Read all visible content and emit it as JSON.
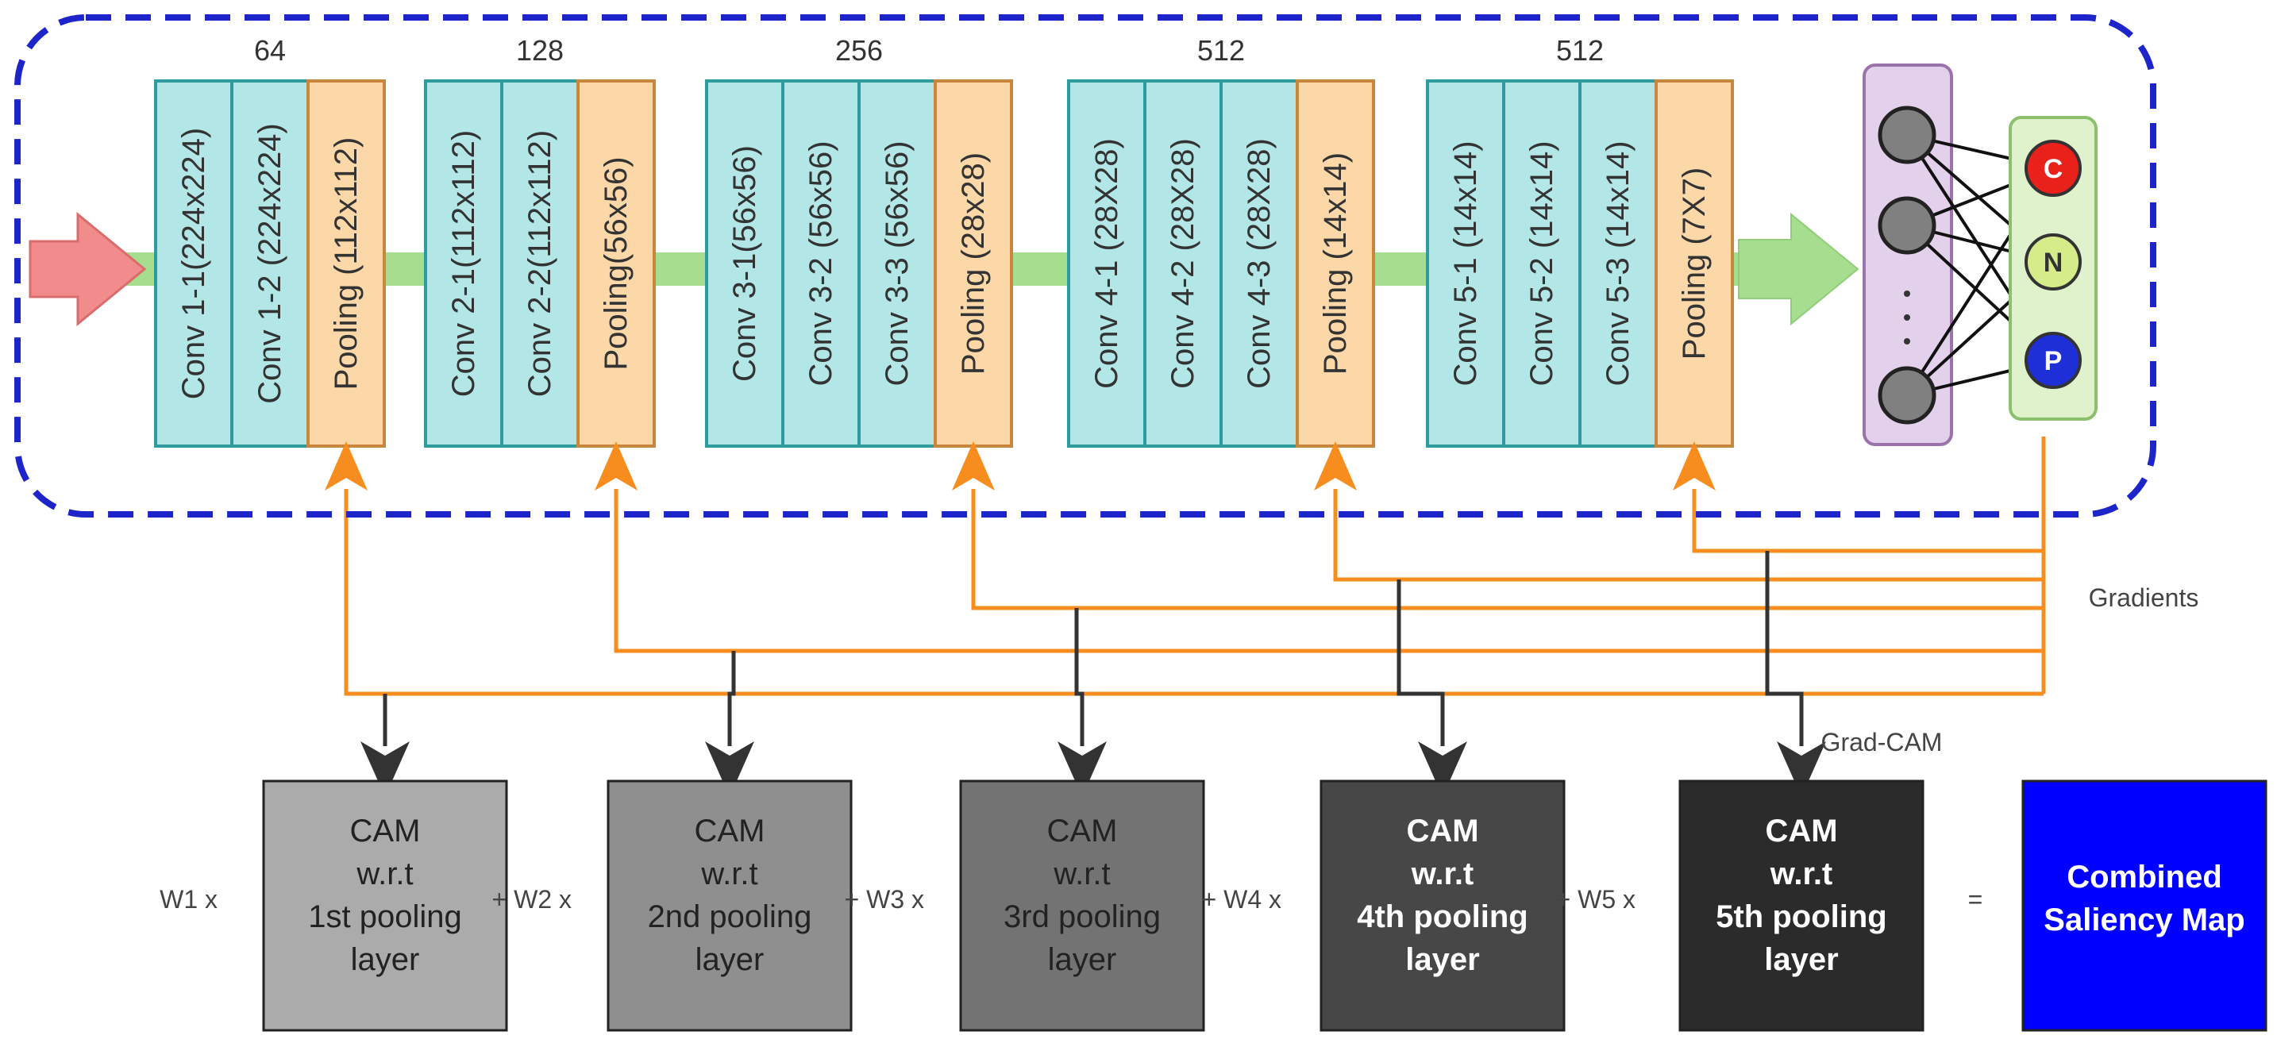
{
  "network": {
    "blocks": [
      {
        "filters": "64",
        "convs": [
          "Conv 1-1(224x224)",
          "Conv 1-2 (224x224)"
        ],
        "pool": "Pooling (112x112)"
      },
      {
        "filters": "128",
        "convs": [
          "Conv 2-1(112x112)",
          "Conv 2-2(112x112)"
        ],
        "pool": "Pooling(56x56)"
      },
      {
        "filters": "256",
        "convs": [
          "Conv 3-1(56x56)",
          "Conv 3-2 (56x56)",
          "Conv 3-3 (56x56)"
        ],
        "pool": "Pooling (28x28)"
      },
      {
        "filters": "512",
        "convs": [
          "Conv 4-1 (28X28)",
          "Conv 4-2 (28X28)",
          "Conv 4-3 (28X28)"
        ],
        "pool": "Pooling (14x14)"
      },
      {
        "filters": "512",
        "convs": [
          "Conv 5-1 (14x14)",
          "Conv 5-2 (14x14)",
          "Conv 5-3 (14x14)"
        ],
        "pool": "Pooling (7X7)"
      }
    ],
    "outputs": [
      "C",
      "N",
      "P"
    ],
    "output_colors": [
      "#e8211b",
      "#d6ec8a",
      "#1f2fd8"
    ]
  },
  "labels": {
    "gradients": "Gradients",
    "gradcam": "Grad-CAM"
  },
  "cams": [
    {
      "weight": "W1 x",
      "lines": [
        "CAM",
        "w.r.t",
        "1st pooling",
        "layer"
      ],
      "fill": "#ababab",
      "text_color": "#222222",
      "bold": false
    },
    {
      "weight": "+ W2 x",
      "lines": [
        "CAM",
        "w.r.t",
        "2nd pooling",
        "layer"
      ],
      "fill": "#8f8f8f",
      "text_color": "#222222",
      "bold": false
    },
    {
      "weight": "+ W3 x",
      "lines": [
        "CAM",
        "w.r.t",
        "3rd pooling",
        "layer"
      ],
      "fill": "#737373",
      "text_color": "#222222",
      "bold": false
    },
    {
      "weight": "+ W4 x",
      "lines": [
        "CAM",
        "w.r.t",
        "4th pooling",
        "layer"
      ],
      "fill": "#474747",
      "text_color": "#ffffff",
      "bold": true
    },
    {
      "weight": "+ W5 x",
      "lines": [
        "CAM",
        "w.r.t",
        "5th pooling",
        "layer"
      ],
      "fill": "#2b2b2b",
      "text_color": "#ffffff",
      "bold": true
    }
  ],
  "result": {
    "equals": "=",
    "lines": [
      "Combined",
      "Saliency Map"
    ],
    "fill": "#0000ff",
    "text_color": "#ffffff"
  },
  "colors": {
    "conv_fill": "#b3e6e6",
    "conv_stroke": "#2e9c9c",
    "pool_fill": "#fcd7a8",
    "pool_stroke": "#c8873c",
    "orange": "#f78d1e",
    "dark": "#333333",
    "dashed_border": "#1d24c9",
    "flow_green": "#a7dd8e",
    "input_red": "#f28b8b",
    "fc_fill": "#e3d0ea",
    "fc_stroke": "#9a73ad",
    "out_fill": "#dff2cc",
    "out_stroke": "#8cc06c",
    "node_gray": "#808080"
  }
}
